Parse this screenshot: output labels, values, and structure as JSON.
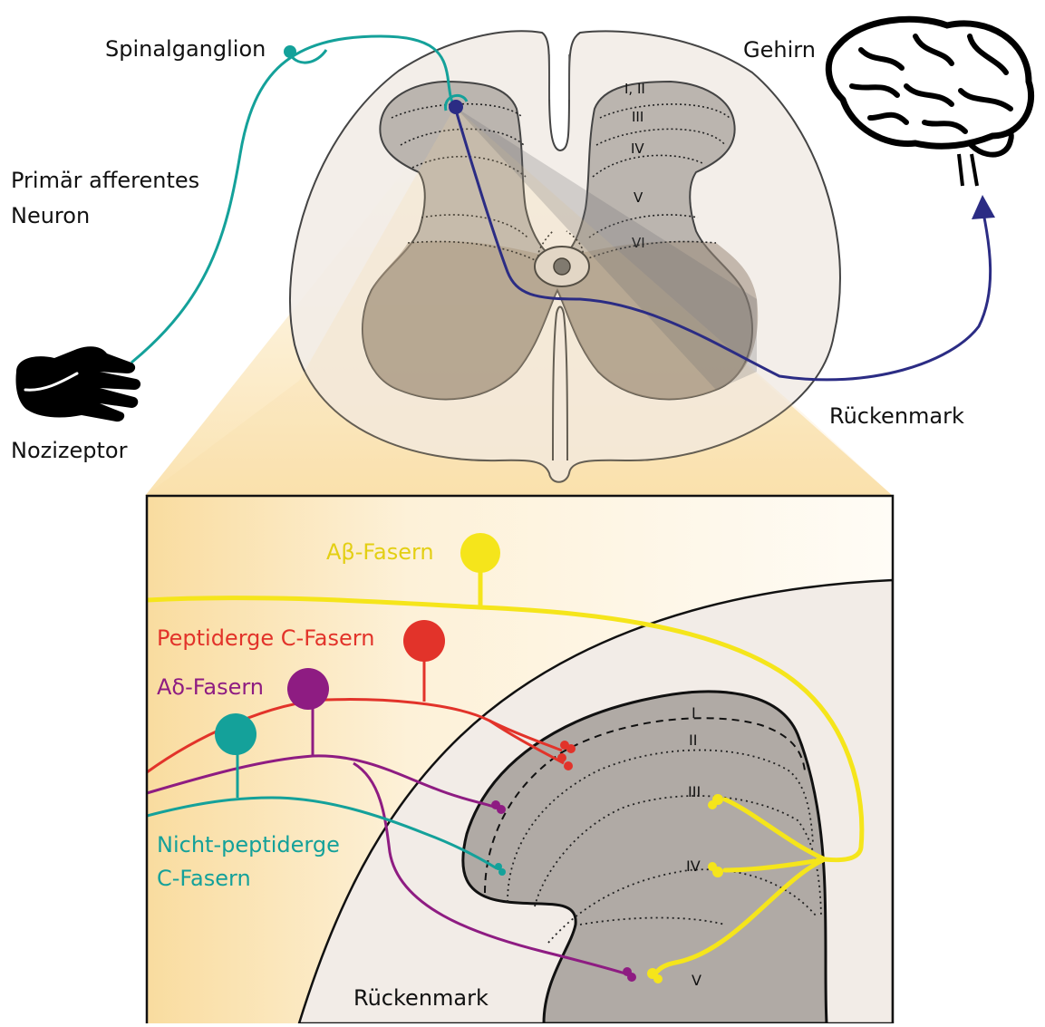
{
  "labels": {
    "spinal_ganglion": "Spinalganglion",
    "brain": "Gehirn",
    "primary_afferent_line1": "Primär afferentes",
    "primary_afferent_line2": "Neuron",
    "nociceptor": "Nozizeptor",
    "spinal_cord_top": "Rückenmark",
    "spinal_cord_bottom": "Rückenmark",
    "abeta_fibers": "Aβ-Fasern",
    "peptidergic_c_fibers": "Peptiderge C-Fasern",
    "adelta_fibers": "Aδ-Fasern",
    "nonpeptidergic_line1": "Nicht-peptiderge",
    "nonpeptidergic_line2": "C-Fasern"
  },
  "laminae_top": [
    "I, II",
    "III",
    "IV",
    "V",
    "VI"
  ],
  "laminae_detail": [
    "I",
    "II",
    "III",
    "IV",
    "V"
  ],
  "colors": {
    "abeta": "#f5e51b",
    "peptidergic_c": "#e2332a",
    "adelta": "#8e1c82",
    "nonpeptidergic_c": "#14a19a",
    "ascending_pathway": "#2b2c84",
    "gray_matter": "#b0aaa5",
    "white_matter": "#f1ebe6"
  }
}
